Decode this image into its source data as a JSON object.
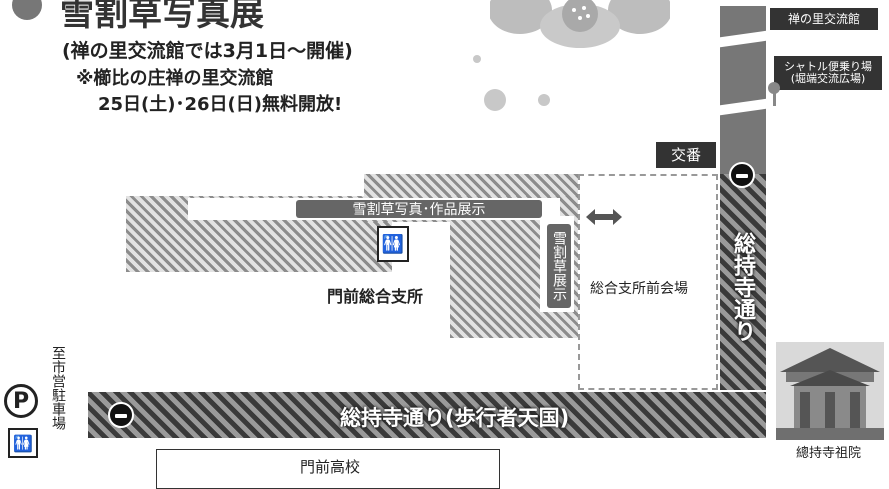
{
  "header": {
    "title": "雪割草写真展",
    "subtitle": "(禅の里交流館では3月1日〜開催)",
    "note_line1": "※櫛比の庄禅の里交流館",
    "note_line2": "25日(土)･26日(日)無料開放!"
  },
  "map": {
    "zen_hall": "禅の里交流館",
    "shuttle_stop": "シャトル便乗り場\n(堀端交流広場)",
    "police_box": "交番",
    "exhibit_banner": "雪割草写真･作品展示",
    "exhibit_vertical": "雪割草展示",
    "branch_office": "門前総合支所",
    "venue": "総合支所前会場",
    "road_vertical": "総持寺通り",
    "road_horizontal": "総持寺通り(歩行者天国)",
    "direction_label": "至市営駐車場",
    "parking_symbol": "P",
    "school": "門前高校",
    "temple": "總持寺祖院"
  },
  "colors": {
    "road_dark": "#3a3a3a",
    "label_box": "#333333",
    "pill": "#666666"
  }
}
